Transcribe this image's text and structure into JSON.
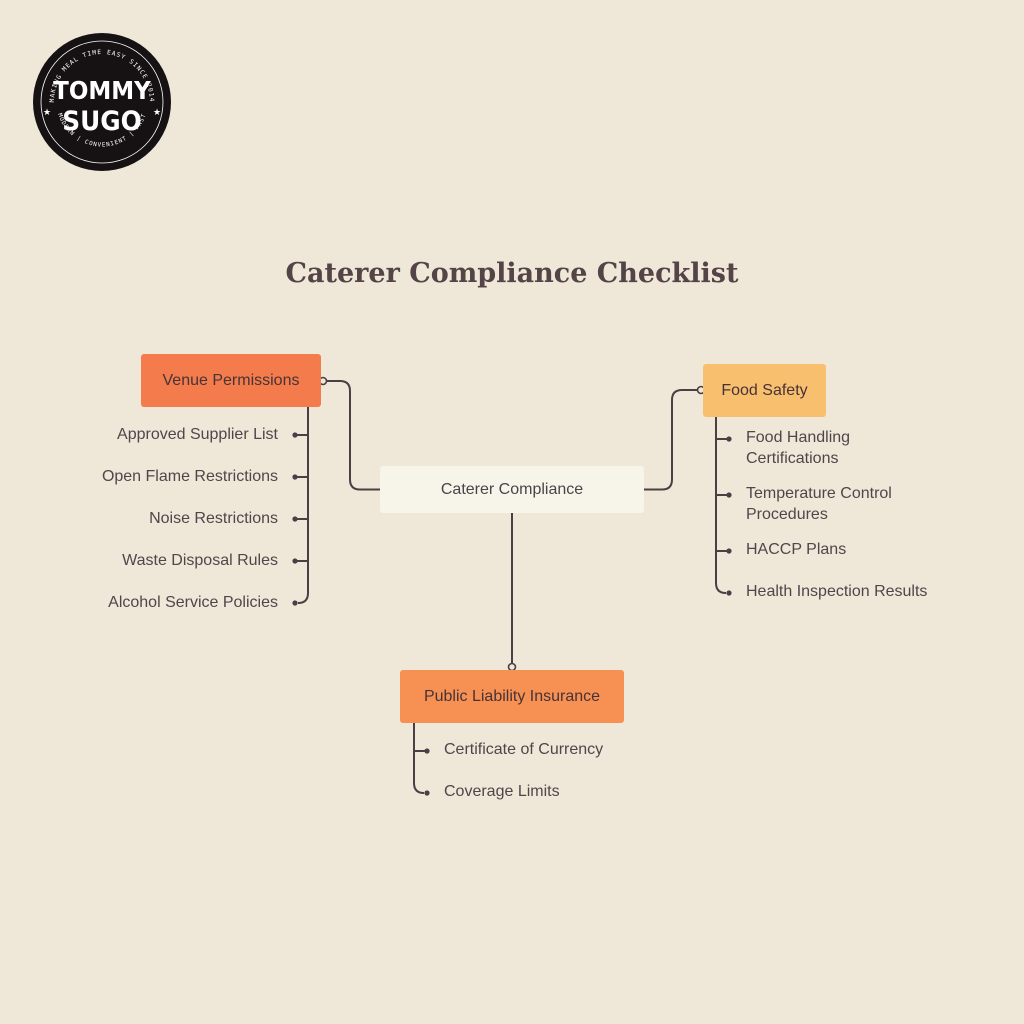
{
  "logo": {
    "line1": "TOMMY",
    "line2": "SUGO",
    "arc_top": "MAKING MEAL TIME EASY SINCE 2014",
    "arc_bottom": "MODERN | CONVENIENT | FAST"
  },
  "title": "Caterer Compliance Checklist",
  "center": {
    "label": "Caterer Compliance"
  },
  "branches": {
    "venue": {
      "label": "Venue Permissions",
      "color": "#f47c4c",
      "items": [
        "Approved Supplier List",
        "Open Flame Restrictions",
        "Noise Restrictions",
        "Waste Disposal Rules",
        "Alcohol Service Policies"
      ]
    },
    "food": {
      "label": "Food Safety",
      "color": "#f8bf6f",
      "items": [
        [
          "Food Handling",
          "Certifications"
        ],
        [
          "Temperature Control",
          "Procedures"
        ],
        [
          "HACCP Plans"
        ],
        [
          "Health Inspection Results"
        ]
      ]
    },
    "insurance": {
      "label": "Public Liability Insurance",
      "color": "#f79053",
      "items": [
        "Certificate of Currency",
        "Coverage Limits"
      ]
    }
  }
}
